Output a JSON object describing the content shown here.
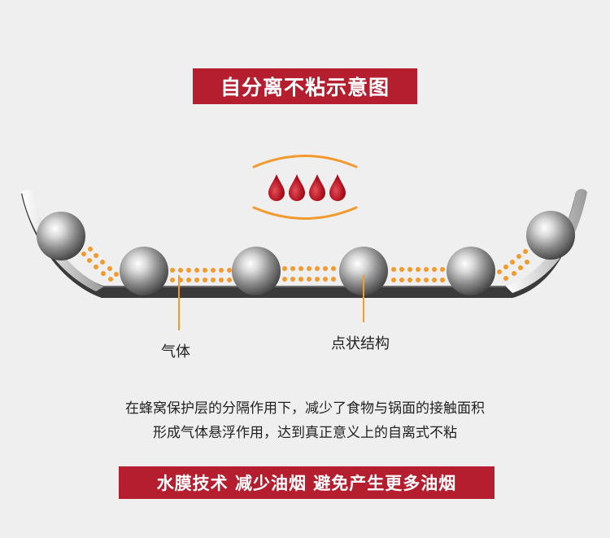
{
  "title": "自分离不粘示意图",
  "labels": {
    "gas": "气体",
    "dot_structure": "点状结构"
  },
  "description": {
    "line1": "在蜂窝保护层的分隔作用下，减少了食物与锅面的接触面积",
    "line2": "形成气体悬浮作用，达到真正意义上的自离式不粘"
  },
  "bottom_banner": "水膜技术 减少油烟 避免产生更多油烟",
  "colors": {
    "banner_red": "#b41e2e",
    "accent_orange": "#f29a2e",
    "droplet_red": "#b3121f",
    "pan_dark": "#3a3a3a",
    "background": "#efefef"
  }
}
